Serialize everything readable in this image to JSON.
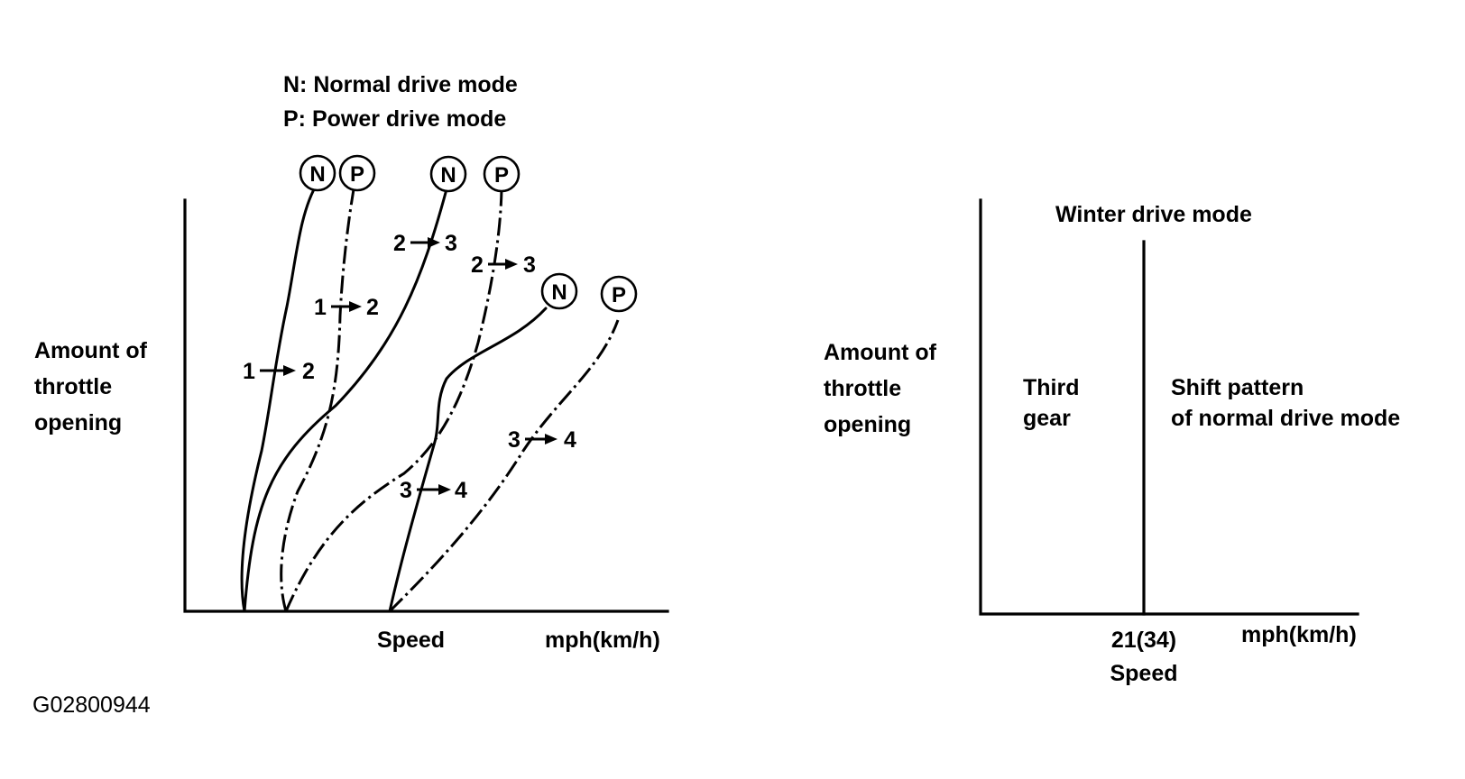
{
  "legend": {
    "normal": "N: Normal drive mode",
    "power": "P: Power drive mode"
  },
  "left_chart": {
    "y_label": [
      "Amount of",
      "throttle",
      "opening"
    ],
    "x_label": "Speed",
    "x_unit": "mph(km/h)",
    "curve_markers": {
      "n_12": "N",
      "p_12": "P",
      "n_23": "N",
      "p_23": "P",
      "n_34": "N",
      "p_34": "P"
    },
    "shifts": {
      "n_12": {
        "from": "1",
        "to": "2"
      },
      "p_12": {
        "from": "1",
        "to": "2"
      },
      "n_23": {
        "from": "2",
        "to": "3"
      },
      "p_23": {
        "from": "2",
        "to": "3"
      },
      "n_34": {
        "from": "3",
        "to": "4"
      },
      "p_34": {
        "from": "3",
        "to": "4"
      }
    }
  },
  "right_chart": {
    "title": "Winter drive mode",
    "y_label": [
      "Amount of",
      "throttle",
      "opening"
    ],
    "region_left": [
      "Third",
      "gear"
    ],
    "region_right": [
      "Shift pattern",
      "of normal drive mode"
    ],
    "threshold": "21(34)",
    "x_label": "Speed",
    "x_unit": "mph(km/h)"
  },
  "figure_id": "G02800944"
}
